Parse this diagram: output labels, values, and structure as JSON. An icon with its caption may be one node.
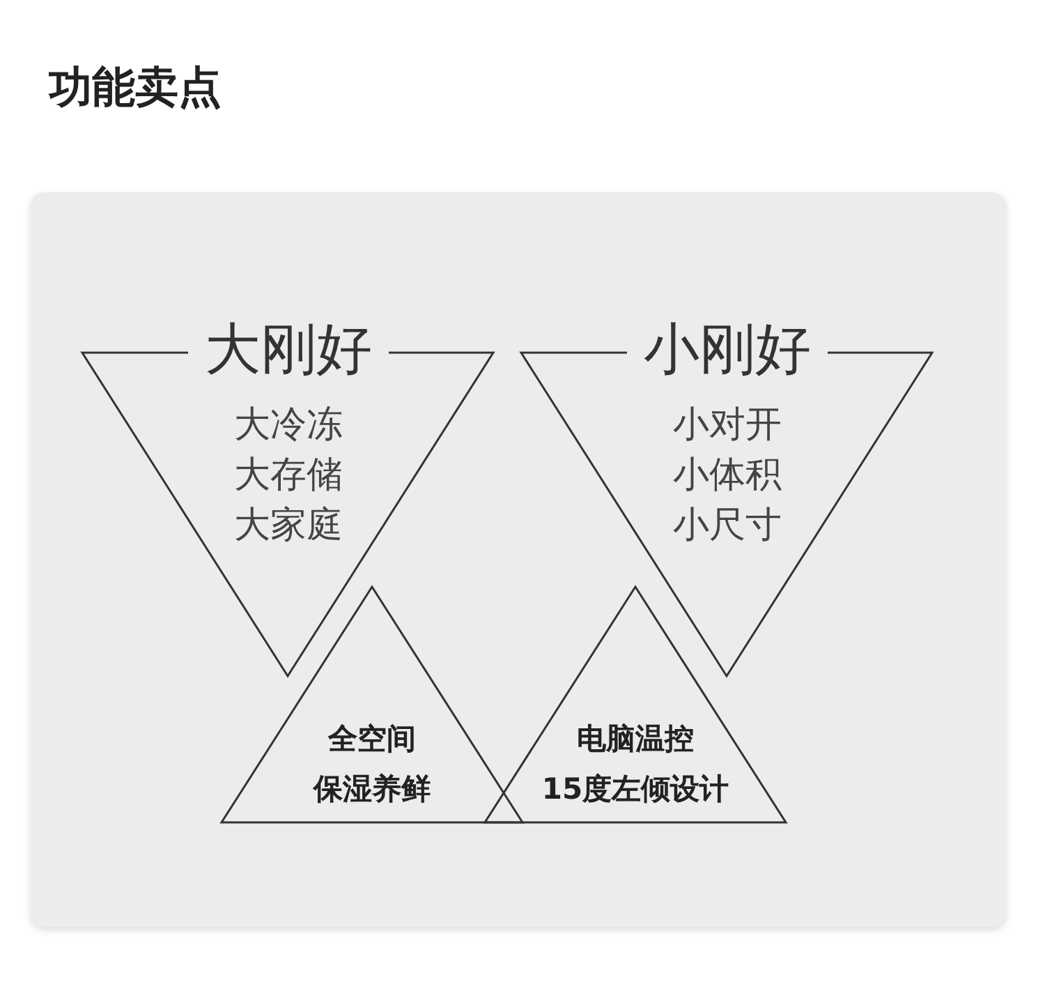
{
  "diagram": {
    "title": "功能卖点",
    "nodes": [
      {
        "text": [
          "大刚好",
          "大冷冻",
          "大存储",
          "大家庭"
        ]
      },
      {
        "text": [
          "小刚好",
          "小对开",
          "小体积",
          "小尺寸"
        ]
      },
      {
        "text": [
          "全空间",
          "保湿养鲜"
        ]
      },
      {
        "text": [
          "电脑温控",
          "15度左倾设计"
        ]
      }
    ]
  }
}
